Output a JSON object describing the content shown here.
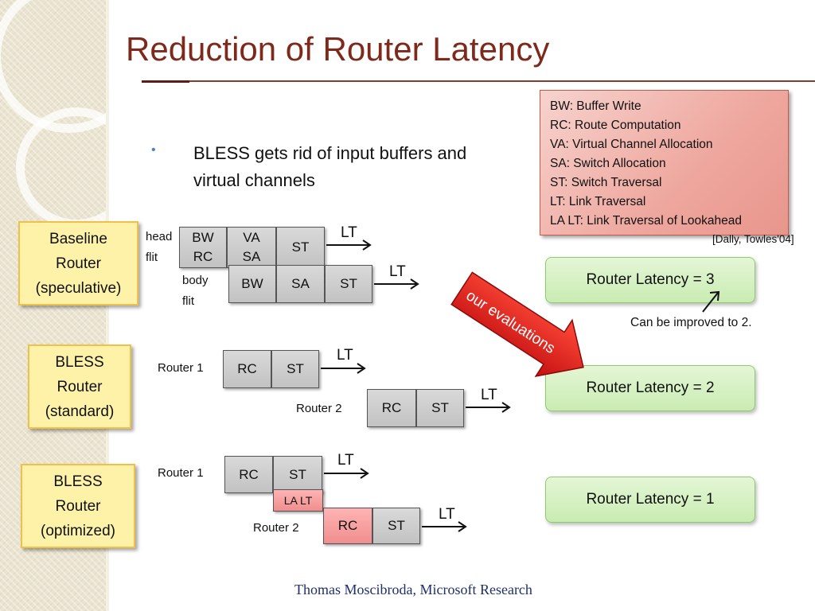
{
  "title": "Reduction of Router Latency",
  "bullet": "BLESS gets rid of input buffers and virtual channels",
  "legend": [
    "BW:  Buffer Write",
    "RC:   Route Computation",
    "VA:   Virtual Channel Allocation",
    "SA:    Switch Allocation",
    "ST:    Switch Traversal",
    "LT:     Link Traversal",
    "LA LT:   Link Traversal of Lookahead"
  ],
  "citation": "[Dally, Towles'04]",
  "routers": {
    "baseline": {
      "line1": "Baseline",
      "line2": "Router",
      "line3": "(speculative)"
    },
    "standard": {
      "line1": "BLESS",
      "line2": "Router",
      "line3": "(standard)"
    },
    "optimized": {
      "line1": "BLESS",
      "line2": "Router",
      "line3": "(optimized)"
    }
  },
  "pipeline_labels": {
    "head": "head",
    "head2": "flit",
    "body": "body",
    "body2": "flit",
    "router1": "Router 1",
    "router2": "Router 2",
    "lt": "LT"
  },
  "stages": {
    "bw_rc_top": "BW",
    "bw_rc_bottom": "RC",
    "va_sa_top": "VA",
    "va_sa_bottom": "SA",
    "st": "ST",
    "bw": "BW",
    "sa": "SA",
    "rc": "RC",
    "la_lt": "LA LT"
  },
  "latency": {
    "l3": "Router Latency = 3",
    "l2": "Router Latency = 2",
    "l1": "Router Latency = 1"
  },
  "note": "Can be improved to 2.",
  "banner": "our evaluations",
  "footer": "Thomas Moscibroda, Microsoft Research",
  "colors": {
    "title": "#7d2a1d",
    "legend_bg": "#eea79e",
    "banner": "#e02020",
    "latency_bg": "#c9ecb2",
    "label_bg": "#fdf2a8"
  }
}
